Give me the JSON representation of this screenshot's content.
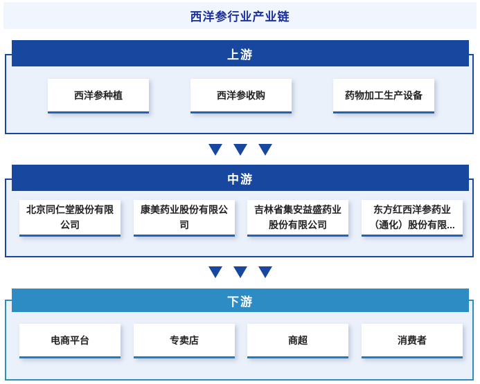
{
  "title": "西洋参行业产业链",
  "colors": {
    "navy_header": "#17479E",
    "light_blue_header": "#2E8CC4",
    "navy_card_underline": "#2063B6",
    "blue_card_underline": "#1F7CBF",
    "section_background": "#EBF1FB",
    "title_band_background": "#F1F5FD",
    "title_text": "#1B2F9E",
    "card_text": "#222222",
    "arrow": "#17479E"
  },
  "sections": [
    {
      "id": "upstream",
      "label": "上游",
      "items": [
        "西洋参种植",
        "西洋参收购",
        "药物加工生产设备"
      ]
    },
    {
      "id": "midstream",
      "label": "中游",
      "items": [
        "北京同仁堂股份有限\n公司",
        "康美药业股份有限公\n司",
        "吉林省集安益盛药业\n股份有限公司",
        "东方红西洋参药业\n（通化）股份有限..."
      ]
    },
    {
      "id": "downstream",
      "label": "下游",
      "items": [
        "电商平台",
        "专卖店",
        "商超",
        "消费者"
      ]
    }
  ],
  "arrows": {
    "direction": "down",
    "per_row": 3,
    "rows": 2
  }
}
